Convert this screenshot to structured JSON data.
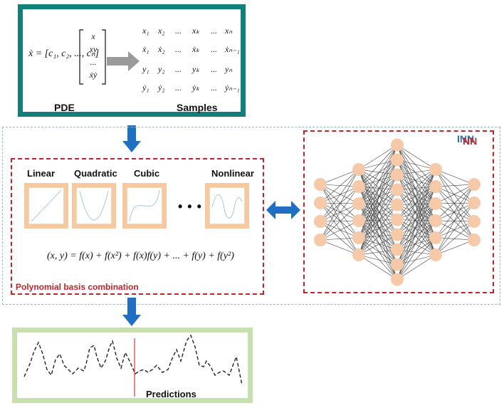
{
  "pde": {
    "label": "PDE",
    "equation_lhs": "ẋ = [c₁, c₂, ..., cₙ]",
    "vector": [
      "x",
      "xy",
      "...",
      "ẋẏ"
    ]
  },
  "samples": {
    "label": "Samples",
    "rows": [
      [
        "x₁",
        "x₂",
        "...",
        "xₖ",
        "...",
        "xₙ"
      ],
      [
        "ẋ₁",
        "ẋ₂",
        "...",
        "ẋₖ",
        "...",
        "ẋₙ₋₁"
      ],
      [
        "y₁",
        "y₂",
        "...",
        "yₖ",
        "...",
        "yₙ"
      ],
      [
        "ẏ₁",
        "ẏ₂",
        "...",
        "ẏₖ",
        "...",
        "ẏₙ₋₁"
      ]
    ]
  },
  "inn": {
    "label": "INN"
  },
  "nn": {
    "label": "NN",
    "layers": [
      4,
      6,
      10,
      6,
      4
    ]
  },
  "basis": {
    "titles": [
      "Linear",
      "Quadratic",
      "Cubic",
      "Nonlinear"
    ],
    "ellipsis": "• • •",
    "equation": "(x, y) = f(x) + f(x²) + f(x)f(y) + ... + f(y) + f(y²)",
    "caption": "Polynomial basis combination"
  },
  "predictions": {
    "label": "Predictions"
  },
  "colors": {
    "pde_border": "#137f7a",
    "arrow_blue": "#1f6fc4",
    "dashed_red": "#c0242b",
    "tile_orange": "#f6c9a1",
    "node_fill": "#f6c9a9",
    "pred_border": "#c8dfae",
    "split_line": "#d93a3a",
    "inn_label": "#2e6ea6"
  }
}
